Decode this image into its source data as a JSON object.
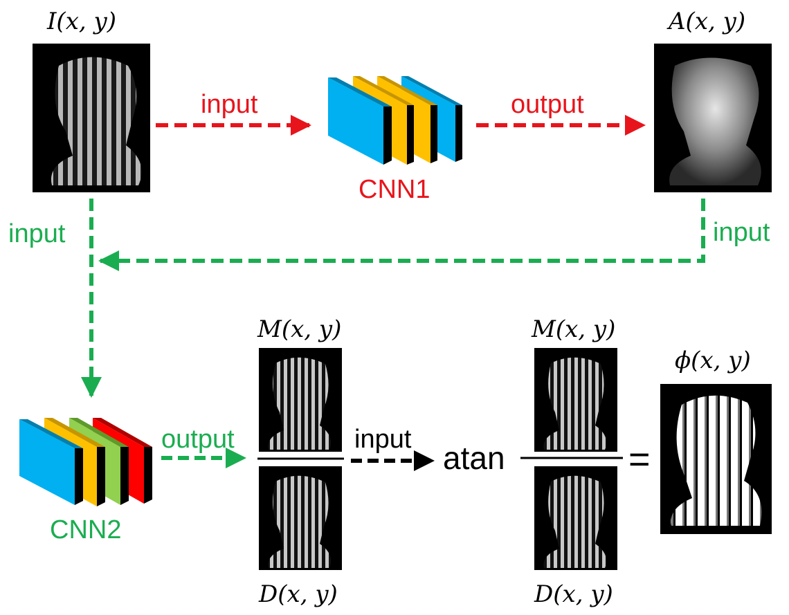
{
  "labels": {
    "i_xy": "I(x, y)",
    "a_xy": "A(x, y)",
    "m_xy_1": "M(x, y)",
    "m_xy_2": "M(x, y)",
    "d_xy_1": "D(x, y)",
    "d_xy_2": "D(x, y)",
    "phi_xy": "ϕ(x, y)"
  },
  "arrows": {
    "input_to_cnn1": "input",
    "cnn1_output": "output",
    "input_left": "input",
    "input_right": "input",
    "cnn2_output": "output",
    "input_to_atan": "input"
  },
  "networks": {
    "cnn1": "CNN1",
    "cnn2": "CNN2"
  },
  "formula": {
    "atan": "atan",
    "equals": "="
  },
  "colors": {
    "red": "#e8141c",
    "green": "#1aad50",
    "black": "#000000",
    "blue_layer": "#00b0f0",
    "yellow_layer": "#ffc000",
    "lightgreen_layer": "#92d050",
    "red_layer": "#ff0000"
  }
}
